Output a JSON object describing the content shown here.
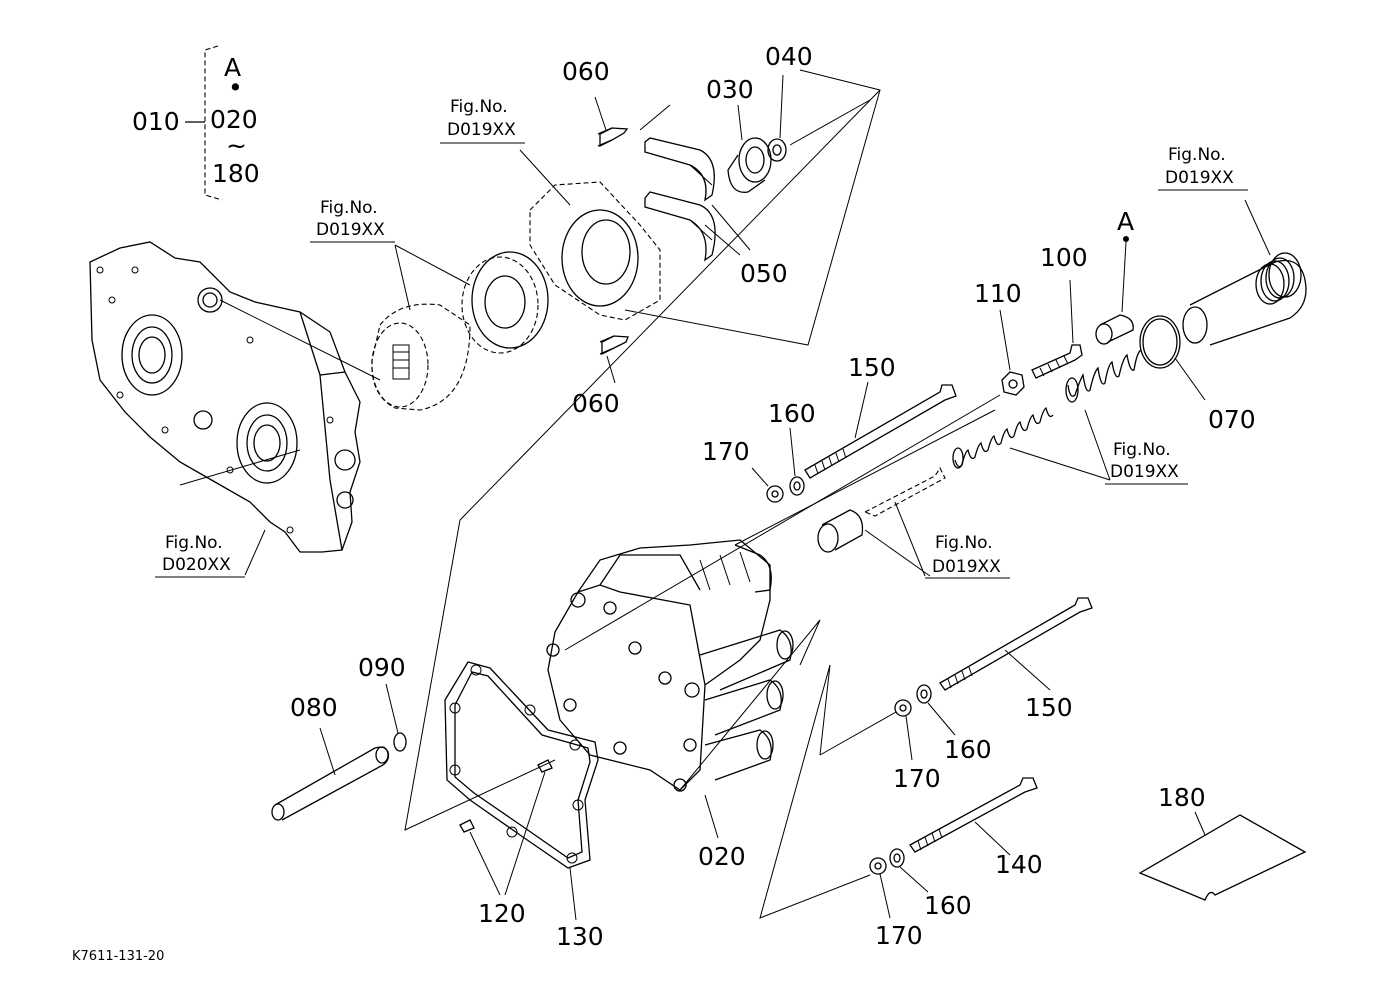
{
  "group_bracket": {
    "top": "A",
    "dot": "•",
    "from": "020",
    "tilde": "~",
    "to": "180",
    "part": "010"
  },
  "labels": {
    "p010": "010",
    "p020": "020",
    "p030": "030",
    "p040": "040",
    "p050": "050",
    "p060_top": "060",
    "p060_bottom": "060",
    "p070": "070",
    "p080": "080",
    "p090": "090",
    "p100": "100",
    "p110": "110",
    "p120": "120",
    "p130": "130",
    "p140": "140",
    "p150_top": "150",
    "p150_right": "150",
    "p160_top": "160",
    "p160_mid": "160",
    "p160_bottom": "160",
    "p170_top": "170",
    "p170_mid": "170",
    "p170_bottom": "170",
    "p180": "180",
    "ref_a": "A"
  },
  "fig_refs": [
    {
      "line1": "Fig.No.",
      "line2": "D019XX"
    },
    {
      "line1": "Fig.No.",
      "line2": "D019XX"
    },
    {
      "line1": "Fig.No.",
      "line2": "D019XX"
    },
    {
      "line1": "Fig.No.",
      "line2": "D019XX"
    },
    {
      "line1": "Fig.No.",
      "line2": "D019XX"
    },
    {
      "line1": "Fig.No.",
      "line2": "D020XX"
    }
  ],
  "drawing_code": "K7611-131-20"
}
